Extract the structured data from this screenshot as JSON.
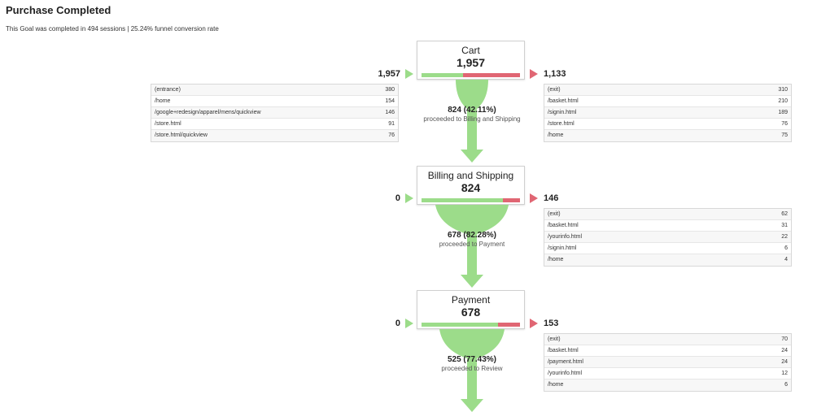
{
  "header": {
    "title": "Purchase Completed",
    "subtitle": "This Goal was completed in 494 sessions | 25.24% funnel conversion rate"
  },
  "colors": {
    "green": "#9cdc8a",
    "red": "#e06673"
  },
  "stages": [
    {
      "name": "Cart",
      "count": "1,957",
      "entrances": "1,957",
      "exits": "1,133",
      "proceed_fraction": 0.4211,
      "proceed_count": "824 (42.11%)",
      "proceed_text": "proceeded to Billing and Shipping",
      "sources": [
        {
          "label": "(entrance)",
          "value": "380"
        },
        {
          "label": "/home",
          "value": "154"
        },
        {
          "label": "/google+redesign/apparel/mens/quickview",
          "value": "146"
        },
        {
          "label": "/store.html",
          "value": "91"
        },
        {
          "label": "/store.html/quickview",
          "value": "76"
        }
      ],
      "destinations": [
        {
          "label": "(exit)",
          "value": "310"
        },
        {
          "label": "/basket.html",
          "value": "210"
        },
        {
          "label": "/signin.html",
          "value": "189"
        },
        {
          "label": "/store.html",
          "value": "76"
        },
        {
          "label": "/home",
          "value": "75"
        }
      ]
    },
    {
      "name": "Billing and Shipping",
      "count": "824",
      "entrances": "0",
      "exits": "146",
      "proceed_fraction": 0.8228,
      "proceed_count": "678 (82.28%)",
      "proceed_text": "proceeded to Payment",
      "destinations": [
        {
          "label": "(exit)",
          "value": "62"
        },
        {
          "label": "/basket.html",
          "value": "31"
        },
        {
          "label": "/yourinfo.html",
          "value": "22"
        },
        {
          "label": "/signin.html",
          "value": "6"
        },
        {
          "label": "/home",
          "value": "4"
        }
      ]
    },
    {
      "name": "Payment",
      "count": "678",
      "entrances": "0",
      "exits": "153",
      "proceed_fraction": 0.7743,
      "proceed_count": "525 (77.43%)",
      "proceed_text": "proceeded to Review",
      "destinations": [
        {
          "label": "(exit)",
          "value": "70"
        },
        {
          "label": "/basket.html",
          "value": "24"
        },
        {
          "label": "/payment.html",
          "value": "24"
        },
        {
          "label": "/yourinfo.html",
          "value": "12"
        },
        {
          "label": "/home",
          "value": "6"
        }
      ]
    }
  ]
}
